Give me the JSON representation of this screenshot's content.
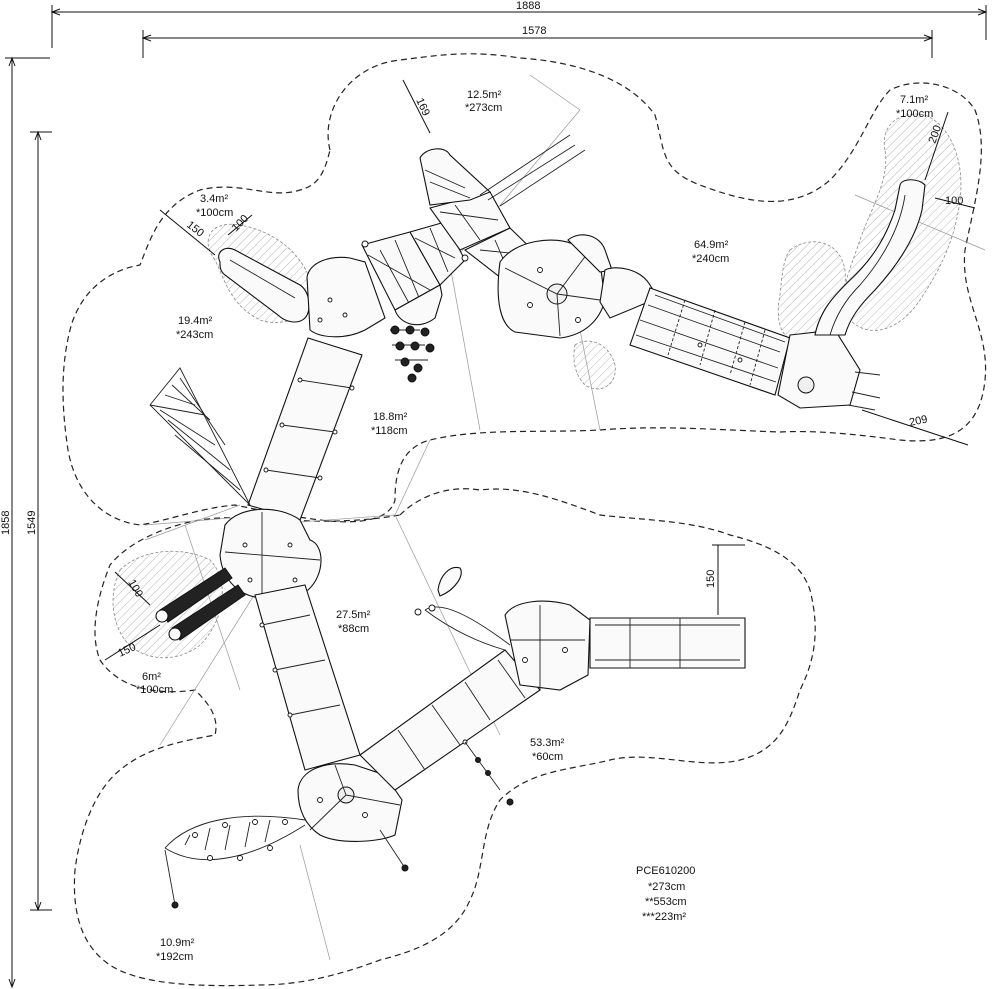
{
  "dimensions": {
    "overall_width": "1888",
    "inner_width": "1578",
    "overall_height": "1858",
    "inner_height": "1549",
    "d169": "169",
    "d150_top": "150",
    "d100_top": "100",
    "d200": "200",
    "d100_right": "100",
    "d209": "209",
    "d100_left": "100",
    "d150_left": "150",
    "d150_right": "150"
  },
  "zones": [
    {
      "area": "12.5m²",
      "height": "*273cm"
    },
    {
      "area": "7.1m²",
      "height": "*100cm"
    },
    {
      "area": "3.4m²",
      "height": "*100cm"
    },
    {
      "area": "64.9m²",
      "height": "*240cm"
    },
    {
      "area": "19.4m²",
      "height": "*243cm"
    },
    {
      "area": "18.8m²",
      "height": "*118cm"
    },
    {
      "area": "27.5m²",
      "height": "*88cm"
    },
    {
      "area": "6m²",
      "height": "*100cm"
    },
    {
      "area": "53.3m²",
      "height": "*60cm"
    },
    {
      "area": "10.9m²",
      "height": "*192cm"
    }
  ],
  "product": {
    "code": "PCE610200",
    "height_1": "*273cm",
    "height_2": "**553cm",
    "area": "***223m²"
  }
}
